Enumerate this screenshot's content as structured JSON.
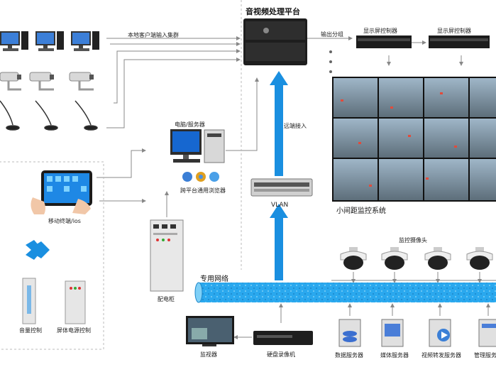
{
  "labels": {
    "platform_title": "音视频处理平台",
    "local_input": "本地客户端输入集群",
    "output_group": "输出分组",
    "display_ctrl_1": "显示屏控制器",
    "display_ctrl_2": "显示屏控制器",
    "remote_access": "远端接入",
    "pc_server": "电脑/服务器",
    "browser": "跨平台通用浏览器",
    "mobile": "移动终端/ios",
    "vlan": "VLAN",
    "short_monitor": "小间距监控系统",
    "camera": "监控摄像头",
    "network": "专用网络",
    "cabinet": "配电柜",
    "volume": "音量控制",
    "screen_power": "屏体电源控制",
    "monitor": "监视器",
    "dvr": "硬盘录像机",
    "data_server": "数据服务器",
    "media_server": "媒体服务器",
    "video_forward": "视频转发服务器",
    "mgmt_server": "管理服务器"
  },
  "colors": {
    "arrow_blue": "#1a8fe0",
    "network_blue": "#2aa8ee",
    "line_gray": "#888888"
  }
}
